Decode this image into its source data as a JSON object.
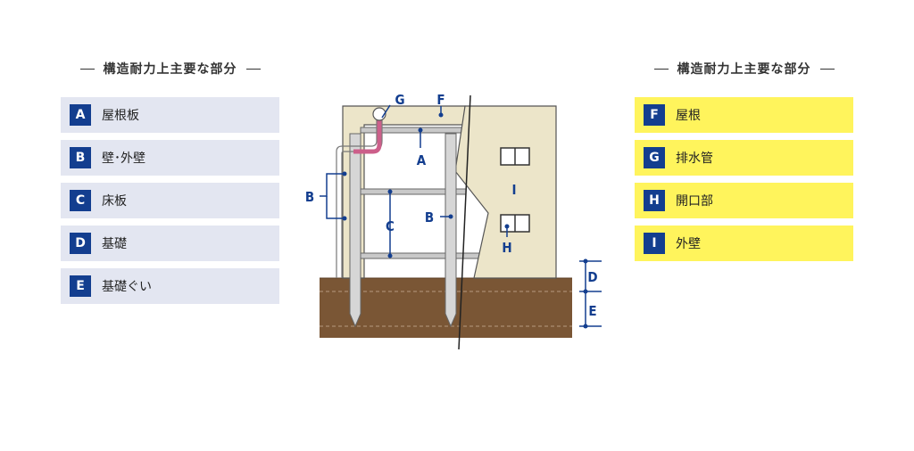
{
  "left_panel": {
    "heading": "構造耐力上主要な部分",
    "items": [
      {
        "key": "A",
        "label": "屋根板"
      },
      {
        "key": "B",
        "label": "壁･外壁"
      },
      {
        "key": "C",
        "label": "床板"
      },
      {
        "key": "D",
        "label": "基礎"
      },
      {
        "key": "E",
        "label": "基礎ぐい"
      }
    ]
  },
  "right_panel": {
    "heading": "構造耐力上主要な部分",
    "items": [
      {
        "key": "F",
        "label": "屋根"
      },
      {
        "key": "G",
        "label": "排水管"
      },
      {
        "key": "H",
        "label": "開口部"
      },
      {
        "key": "I",
        "label": "外壁"
      }
    ]
  },
  "diagram": {
    "labels": {
      "g": "G",
      "f": "F",
      "a": "A",
      "b_left": "B",
      "c": "C",
      "b_right": "B",
      "i": "I",
      "h": "H",
      "d": "D",
      "e": "E"
    }
  },
  "colors": {
    "navy": "#133e8f",
    "left_item_bg": "#e3e6f1",
    "right_item_bg": "#fff45c",
    "ground": "#7a5635",
    "wall": "#ece5c9",
    "pipe": "#cc5f8a"
  }
}
